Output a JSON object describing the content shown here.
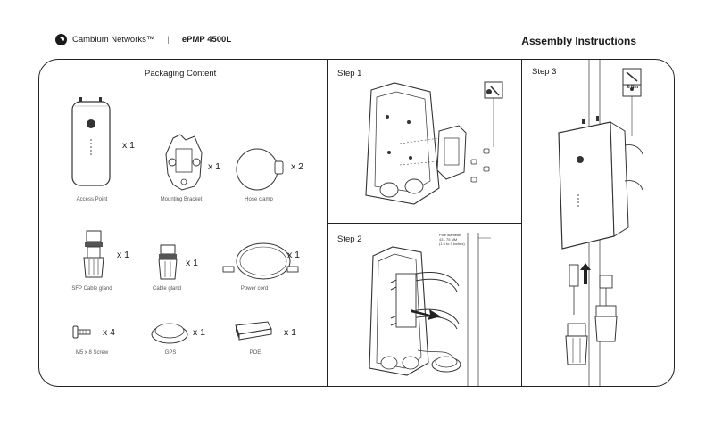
{
  "header": {
    "brand": "Cambium Networks™",
    "separator": "|",
    "model": "ePMP 4500L",
    "title": "Assembly Instructions"
  },
  "packaging": {
    "title": "Packaging Content",
    "items": [
      {
        "label": "Access Point",
        "qty": "x 1"
      },
      {
        "label": "Mounting Bracket",
        "qty": "x 1"
      },
      {
        "label": "Hose clamp",
        "qty": "x 2"
      },
      {
        "label": "SFP Cable gland",
        "qty": "x 1"
      },
      {
        "label": "Cable gland",
        "qty": "x 1"
      },
      {
        "label": "Power cord",
        "qty": "x 1"
      },
      {
        "label": "M5 x 8 Screw",
        "qty": "x 4"
      },
      {
        "label": "GPS",
        "qty": "x 1"
      },
      {
        "label": "POE",
        "qty": "x 1"
      }
    ]
  },
  "steps": {
    "step1": {
      "title": "Step 1"
    },
    "step2": {
      "title": "Step 2",
      "note_line1": "Pole diameter",
      "note_line2": "43 - 75 MM",
      "note_line3": "(1.6 to 3 inches)"
    },
    "step3": {
      "title": "Step 3",
      "torque": "6 Nm"
    }
  },
  "icons": [
    "cambium-logo-icon",
    "screwdriver-icon",
    "torque-wrench-icon",
    "arrow-right-icon",
    "arrow-up-icon"
  ]
}
